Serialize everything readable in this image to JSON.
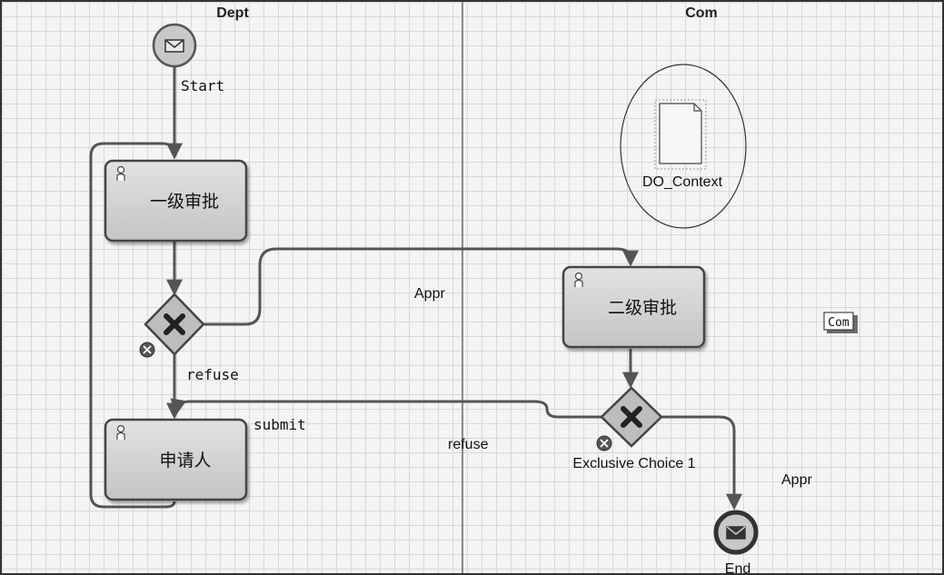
{
  "lanes": [
    {
      "title": "Dept"
    },
    {
      "title": "Com"
    }
  ],
  "events": {
    "start": {
      "label": "Start",
      "icon": "envelope-icon"
    },
    "end": {
      "label": "End",
      "icon": "envelope-icon"
    }
  },
  "tasks": {
    "first_approval": {
      "label": "一级审批",
      "icon": "user-icon"
    },
    "second_approval": {
      "label": "二级审批",
      "icon": "user-icon"
    },
    "applicant": {
      "label": "申请人",
      "icon": "user-icon"
    }
  },
  "gateways": {
    "dept_gateway": {
      "label": "",
      "icon": "exclusive-x-icon"
    },
    "com_gateway": {
      "label": "Exclusive Choice 1",
      "icon": "exclusive-x-icon"
    }
  },
  "flows": {
    "appr_to_second": "Appr",
    "refuse_to_applicant": "refuse",
    "submit": "submit",
    "refuse_from_second": "refuse",
    "appr_to_end": "Appr"
  },
  "data_object": {
    "label": "DO_Context",
    "icon": "document-icon"
  },
  "floating_tag": {
    "label": "Com"
  },
  "colors": {
    "grid_bg": "#f4f4f4",
    "grid_line": "#d8d8d8",
    "task_fill": "#d4d4d4",
    "task_stroke": "#444444",
    "flow_stroke": "#555555",
    "lane_divider": "#888888"
  }
}
